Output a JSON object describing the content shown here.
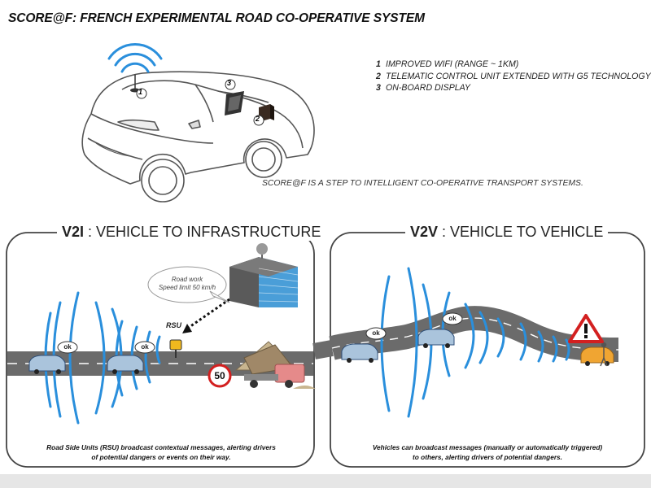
{
  "title": "SCORE@F: FRENCH EXPERIMENTAL ROAD CO-OPERATIVE SYSTEM",
  "legend": [
    {
      "num": "1",
      "text": "IMPROVED WIFI (RANGE ~ 1KM)"
    },
    {
      "num": "2",
      "text": "TELEMATIC CONTROL UNIT EXTENDED WITH G5 TECHNOLOGY"
    },
    {
      "num": "3",
      "text": "ON-BOARD DISPLAY"
    }
  ],
  "car_markers": [
    "1",
    "2",
    "3"
  ],
  "tagline": "SCORE@F IS A STEP TO INTELLIGENT CO-OPERATIVE TRANSPORT SYSTEMS.",
  "v2i": {
    "title_code": "V2I",
    "title_rest": " : VEHICLE TO INFRASTRUCTURE",
    "bubble_line1": "Road work",
    "bubble_line2": "Speed limit 50 km/h",
    "rsu_label": "RSU",
    "speed_sign": "50",
    "ok_labels": [
      "ok",
      "ok"
    ],
    "caption_line1": "Road Side Units (RSU) broadcast contextual messages, alerting drivers",
    "caption_line2": "of potential dangers or events on their way."
  },
  "v2v": {
    "title_code": "V2V",
    "title_rest": " : VEHICLE TO VEHICLE",
    "ok_labels": [
      "ok",
      "ok"
    ],
    "caption_line1": "Vehicles can broadcast messages (manually or automatically triggered)",
    "caption_line2": "to others, alerting drivers of potential dangers."
  },
  "colors": {
    "signal": "#2a8fdc",
    "road": "#6b6b6b",
    "car": "#aac4dc",
    "building": "#4a9ed8",
    "warning": "#d32020",
    "rsu": "#f0b81e",
    "hazard_car": "#f0a532"
  }
}
